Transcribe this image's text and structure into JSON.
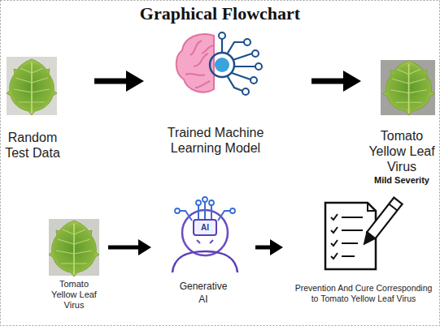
{
  "diagram": {
    "title": "Graphical Flowchart",
    "nodes": [
      {
        "text": [
          "Random Test Data"
        ]
      },
      {
        "text": [
          "Trained Machine Learning Model"
        ]
      },
      {
        "text": [
          "Tomato Yellow Leaf Virus",
          "Mild Severity"
        ]
      },
      {
        "text": [
          "Tomato Yellow Leaf Virus"
        ]
      },
      {
        "text": [
          "Generative AI"
        ]
      },
      {
        "text": [
          "Prevention And Cure Corresponding to Tomato Yellow Leaf Virus"
        ]
      }
    ],
    "edges": [
      {
        "from": 0,
        "to": 1,
        "arrow": "to"
      },
      {
        "from": 1,
        "to": 2,
        "arrow": "to"
      },
      {
        "from": 3,
        "to": 4,
        "arrow": "to"
      },
      {
        "from": 4,
        "to": 5,
        "arrow": "to"
      }
    ],
    "labels": [
      "AI"
    ]
  }
}
